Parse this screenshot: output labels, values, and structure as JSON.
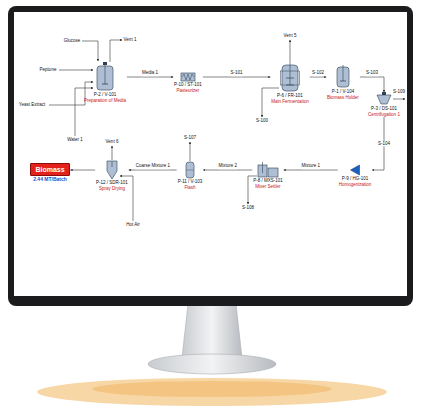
{
  "diagram": {
    "nodes": [
      {
        "text": [
          "P-2 / V-101",
          "Preparation of Media"
        ]
      },
      {
        "text": [
          "P-10 / ST-101",
          "Pasteurizer"
        ]
      },
      {
        "text": [
          "P-6 / FR-101",
          "Main Fermentation"
        ]
      },
      {
        "text": [
          "P-1 / V-104",
          "Biomass Holder"
        ]
      },
      {
        "text": [
          "P-3 / DS-101",
          "Centrifugation 1"
        ]
      },
      {
        "text": [
          "P-9 / HG-101",
          "Homogenization"
        ]
      },
      {
        "text": [
          "P-8 / MXS-101",
          "Mixer Settler"
        ]
      },
      {
        "text": [
          "P-11 / V-103",
          "Flash"
        ]
      },
      {
        "text": [
          "P-12 / SDR-101",
          "Spray Drying"
        ]
      },
      {
        "text": [
          "Biomass",
          "2.44 MT/Batch"
        ]
      }
    ],
    "edges": [
      {
        "from": 0,
        "to": 1,
        "arrow": "to",
        "label": "Media 1"
      },
      {
        "from": 1,
        "to": 2,
        "arrow": "to",
        "label": "S-101"
      },
      {
        "from": 2,
        "to": 3,
        "arrow": "to",
        "label": "S-102"
      },
      {
        "from": 3,
        "to": 4,
        "arrow": "to",
        "label": "S-103"
      },
      {
        "from": 4,
        "to": 5,
        "arrow": "to",
        "label": "S-104"
      },
      {
        "from": 5,
        "to": 6,
        "arrow": "to",
        "label": "Mixture 1"
      },
      {
        "from": 6,
        "to": 7,
        "arrow": "to",
        "label": "Mixture 2"
      },
      {
        "from": 7,
        "to": 8,
        "arrow": "to",
        "label": "Coarse Mixture 1"
      },
      {
        "from": 8,
        "to": 9,
        "arrow": "to"
      }
    ],
    "labels": [
      "Glucose",
      "Peptone",
      "Vent 1",
      "Yeast Extract",
      "Water 1",
      "Vent 5",
      "S-100",
      "S-109",
      "S-107",
      "S-108",
      "Vent 6",
      "Hot Air"
    ]
  }
}
